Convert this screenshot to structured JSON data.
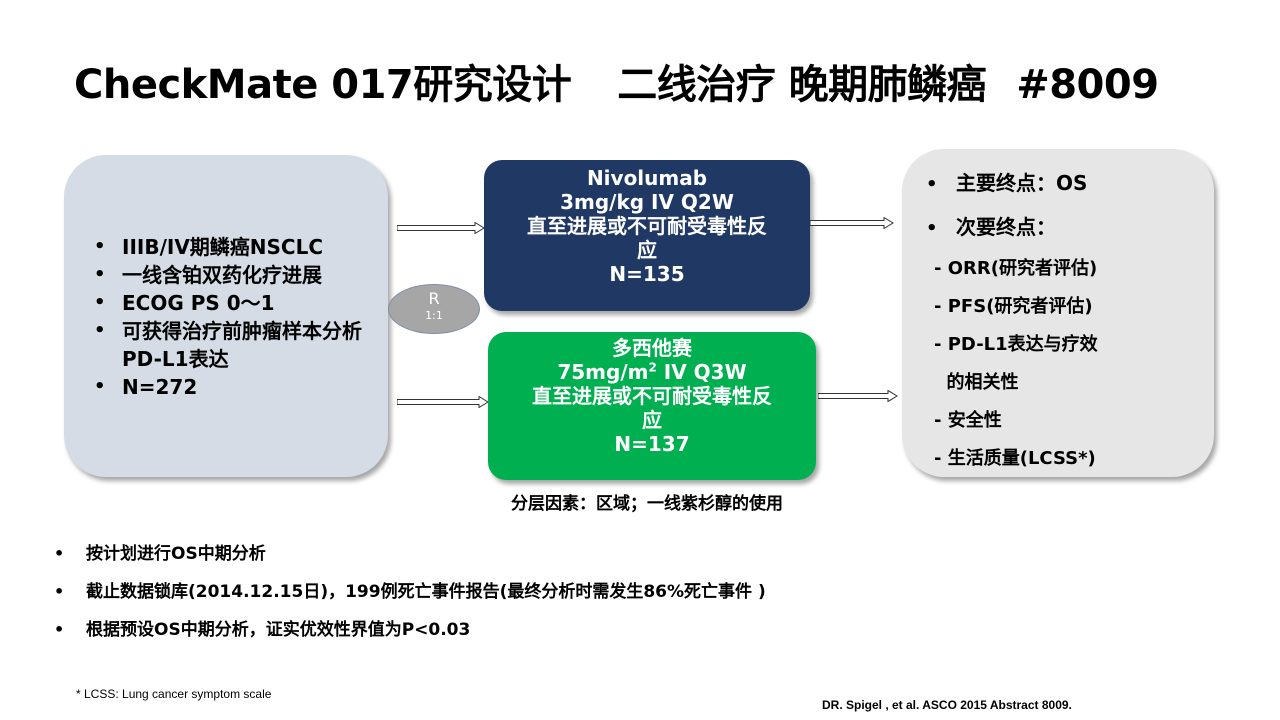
{
  "title": {
    "part1": "CheckMate 017研究设计",
    "part2": "二线治疗 晚期肺鳞癌",
    "part3": "#8009"
  },
  "population": {
    "items": [
      "IIIB/IV期鳞癌NSCLC",
      "一线含铂双药化疗进展",
      "ECOG PS 0～1",
      "可获得治疗前肿瘤样本分析PD-L1表达",
      "N=272"
    ]
  },
  "randomization": {
    "label": "R",
    "ratio": "1:1"
  },
  "arm_nivolumab": {
    "drug": "Nivolumab",
    "dose": "3mg/kg IV Q2W",
    "duration_line1": "直至进展或不可耐受毒性反",
    "duration_line2": "应",
    "n": "N=135"
  },
  "arm_docetaxel": {
    "drug": "多西他赛",
    "dose_prefix": "75mg/m",
    "dose_sup": "2",
    "dose_suffix": " IV Q3W",
    "duration_line1": "直至进展或不可耐受毒性反",
    "duration_line2": "应",
    "n": "N=137"
  },
  "endpoints": {
    "primary": "主要终点：OS",
    "secondary": "次要终点：",
    "sub": [
      "- ORR(研究者评估)",
      "- PFS(研究者评估)",
      "- PD-L1表达与疗效",
      "  的相关性",
      "- 安全性",
      "- 生活质量(LCSS*)"
    ]
  },
  "stratification": "分层因素：区域；一线紫杉醇的使用",
  "notes": [
    "按计划进行OS中期分析",
    "截止数据锁库(2014.12.15日)，199例死亡事件报告(最终分析时需发生86%死亡事件 )",
    "根据预设OS中期分析，证实优效性界值为P<0.03"
  ],
  "footnote": "* LCSS: Lung cancer symptom scale",
  "citation": "DR. Spigel , et al. ASCO 2015 Abstract 8009.",
  "colors": {
    "nivolumab_box": "#203864",
    "docetaxel_box": "#00b050",
    "population_box": "#d5dce6",
    "endpoint_box": "#e7e6e6",
    "randomize_oval": "#a6a6a6"
  }
}
